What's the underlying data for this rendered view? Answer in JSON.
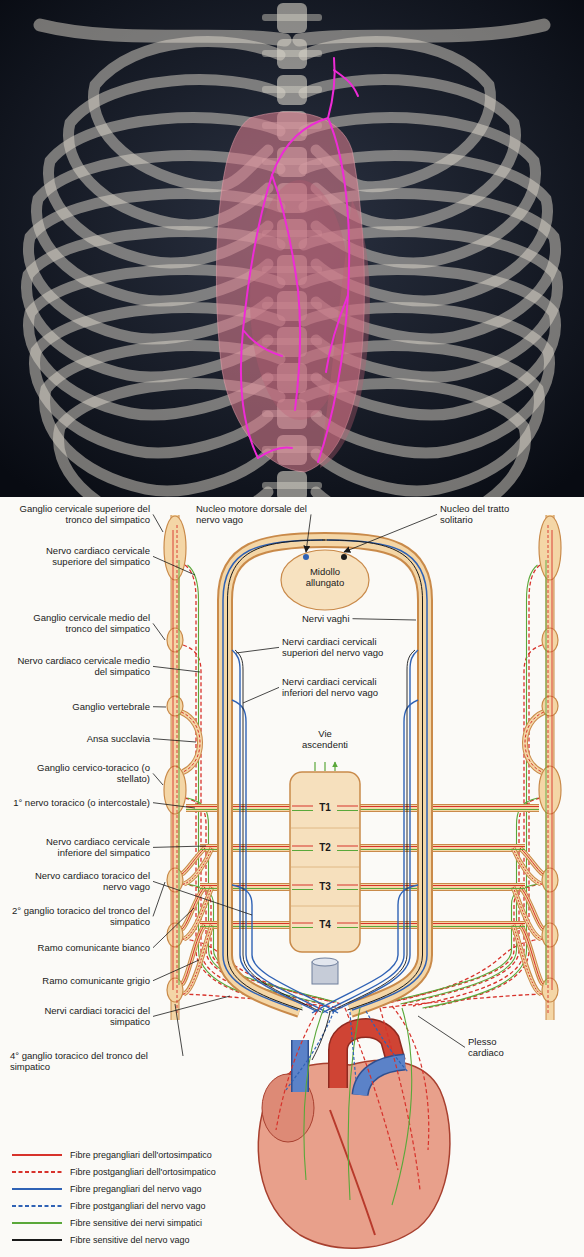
{
  "diagram": {
    "labels": [
      "Ganglio cervicale superiore del tronco del simpatico",
      "Nucleo motore dorsale del nervo vago",
      "Nucleo del tratto solitario",
      "Nervo cardiaco cervicale superiore del simpatico",
      "Midollo allungato",
      "Ganglio cervicale medio del tronco del simpatico",
      "Nervi vaghi",
      "Nervi cardiaci cervicali superiori del nervo vago",
      "Nervo cardiaco cervicale medio del simpatico",
      "Nervi cardiaci cervicali inferiori del nervo vago",
      "Ganglio vertebrale",
      "Vie ascendenti",
      "Ansa succlavia",
      "Ganglio cervico-toracico (o stellato)",
      "1° nervo toracico (o intercostale)",
      "T1",
      "T2",
      "T3",
      "T4",
      "Nervo cardiaco cervicale inferiore del simpatico",
      "Nervo cardiaco toracico del nervo vago",
      "2° ganglio toracico del tronco del simpatico",
      "Ramo comunicante bianco",
      "Ramo comunicante grigio",
      "Nervi cardiaci toracici del simpatico",
      "Plesso cardiaco",
      "4° ganglio toracico del tronco del simpatico"
    ],
    "legend": [
      {
        "text": "Fibre pregangliari dell'ortosimpatico"
      },
      {
        "text": "Fibre postgangliari dell'ortosimpatico"
      },
      {
        "text": "Fibre pregangliari del nervo vago"
      },
      {
        "text": "Fibre postgangliari del nervo vago"
      },
      {
        "text": "Fibre sensitive dei nervi simpatici"
      },
      {
        "text": "Fibre sensitive del nervo vago"
      }
    ]
  }
}
